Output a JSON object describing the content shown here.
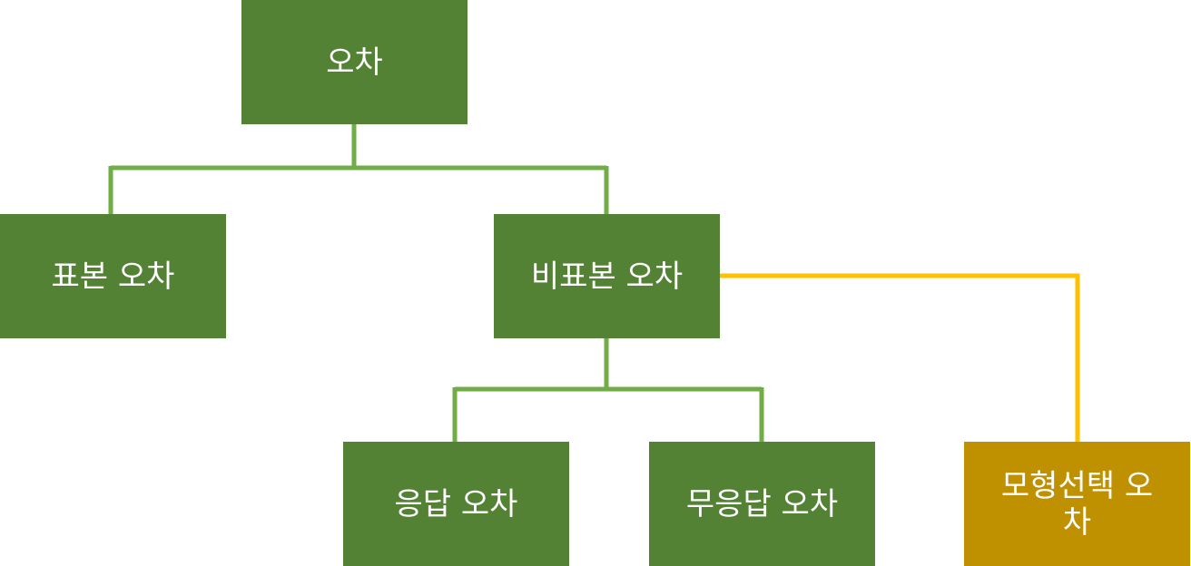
{
  "colors": {
    "node_green": "#548235",
    "node_gold": "#BF9000",
    "connector_green": "#70AD47",
    "connector_gold": "#FFC000",
    "text": "#FFFFFF"
  },
  "nodes": {
    "root": "오차",
    "sampling_error": "표본 오차",
    "non_sampling_error": "비표본 오차",
    "response_error": "응답 오차",
    "non_response_error": "무응답 오차",
    "model_selection_error": "모형선택 오차"
  }
}
